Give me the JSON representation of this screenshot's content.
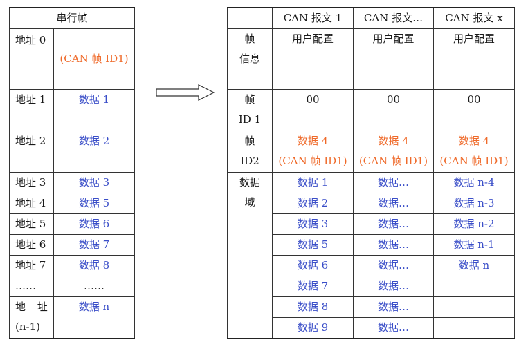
{
  "left_table": {
    "title": "串行帧",
    "rows": [
      {
        "addr": "地址 0",
        "value": "(CAN 帧 ID1)",
        "color": "orange"
      },
      {
        "addr": "地址 1",
        "value": "数据 1",
        "color": "blue"
      },
      {
        "addr": "地址 2",
        "value": "数据 2",
        "color": "blue"
      },
      {
        "addr": "地址 3",
        "value": "数据 3",
        "color": "blue"
      },
      {
        "addr": "地址 4",
        "value": "数据 5",
        "color": "blue"
      },
      {
        "addr": "地址 5",
        "value": "数据 6",
        "color": "blue"
      },
      {
        "addr": "地址 6",
        "value": "数据 7",
        "color": "blue"
      },
      {
        "addr": "地址 7",
        "value": "数据 8",
        "color": "blue"
      },
      {
        "addr": "……",
        "value": "……",
        "color": "black"
      },
      {
        "addr": "地 址",
        "addr2": "(n-1)",
        "value": "数据 n",
        "color": "blue"
      }
    ]
  },
  "right_table": {
    "headers": [
      "CAN 报文 1",
      "CAN 报文…",
      "CAN 报文 x"
    ],
    "frame_info": {
      "label": "帧",
      "label2": "信息",
      "values": [
        "用户配置",
        "用户配置",
        "用户配置"
      ]
    },
    "frame_id1": {
      "label": "帧",
      "label2": "ID 1",
      "values": [
        "00",
        "00",
        "00"
      ]
    },
    "frame_id2": {
      "label": "帧",
      "label2": "ID2",
      "line1": [
        "数据 4",
        "数据 4",
        "数据 4"
      ],
      "line2": [
        "(CAN 帧 ID1)",
        "(CAN 帧 ID1)",
        "(CAN 帧 ID1)"
      ]
    },
    "data_field": {
      "label": "数据",
      "label2": "域",
      "rows": [
        [
          "数据 1",
          "数据…",
          "数据 n-4"
        ],
        [
          "数据 2",
          "数据…",
          "数据 n-3"
        ],
        [
          "数据 3",
          "数据…",
          "数据 n-2"
        ],
        [
          "数据 5",
          "数据…",
          "数据 n-1"
        ],
        [
          "数据 6",
          "数据…",
          "数据 n"
        ],
        [
          "数据 7",
          "数据…",
          ""
        ],
        [
          "数据 8",
          "数据…",
          ""
        ],
        [
          "数据 9",
          "数据…",
          ""
        ]
      ]
    }
  },
  "colors": {
    "blue": "#3a4ec8",
    "orange": "#ef6a2a",
    "black": "#1a1a1a",
    "border": "#333333"
  }
}
